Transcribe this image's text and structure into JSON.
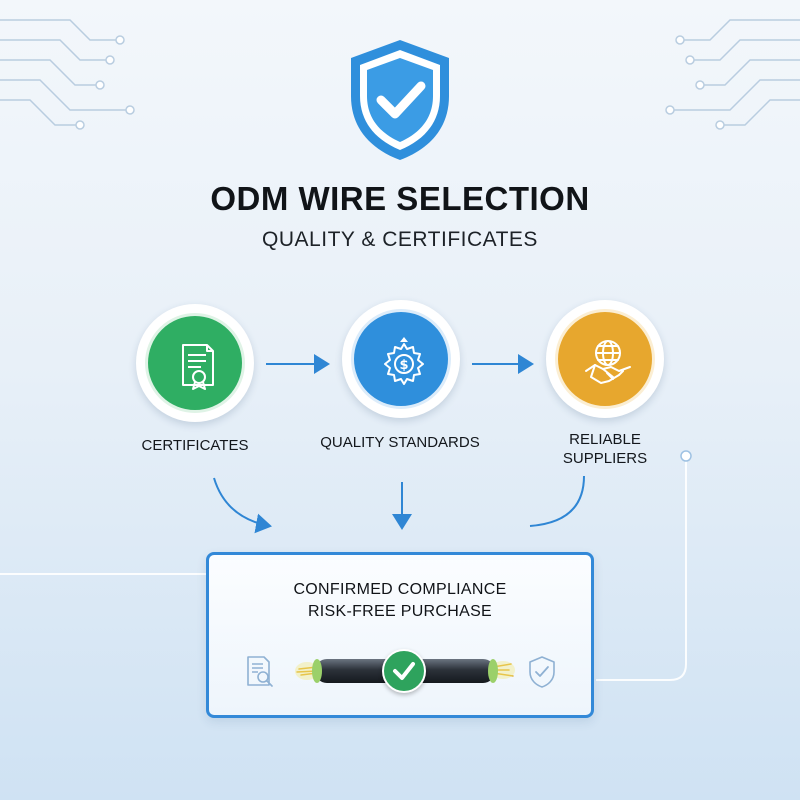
{
  "header": {
    "title": "ODM WIRE SELECTION",
    "subtitle": "QUALITY & CERTIFICATES"
  },
  "steps": [
    {
      "label": "CERTIFICATES",
      "icon": "certificate-document-icon",
      "color": "#2fae63"
    },
    {
      "label": "QUALITY STANDARDS",
      "icon": "gear-dollar-icon",
      "color": "#2f8fdc"
    },
    {
      "label_line1": "RELIABLE",
      "label_line2": "SUPPLIERS",
      "icon": "globe-handshake-icon",
      "color": "#e7a72e"
    }
  ],
  "result": {
    "line1": "CONFIRMED COMPLIANCE",
    "line2": "RISK-FREE PURCHASE",
    "icons": [
      "document-search-icon",
      "cable-icon",
      "check-icon",
      "shield-check-icon"
    ],
    "border_color": "#3389d8"
  },
  "logo": {
    "icon": "shield-check-icon",
    "color": "#2f8fdc"
  }
}
